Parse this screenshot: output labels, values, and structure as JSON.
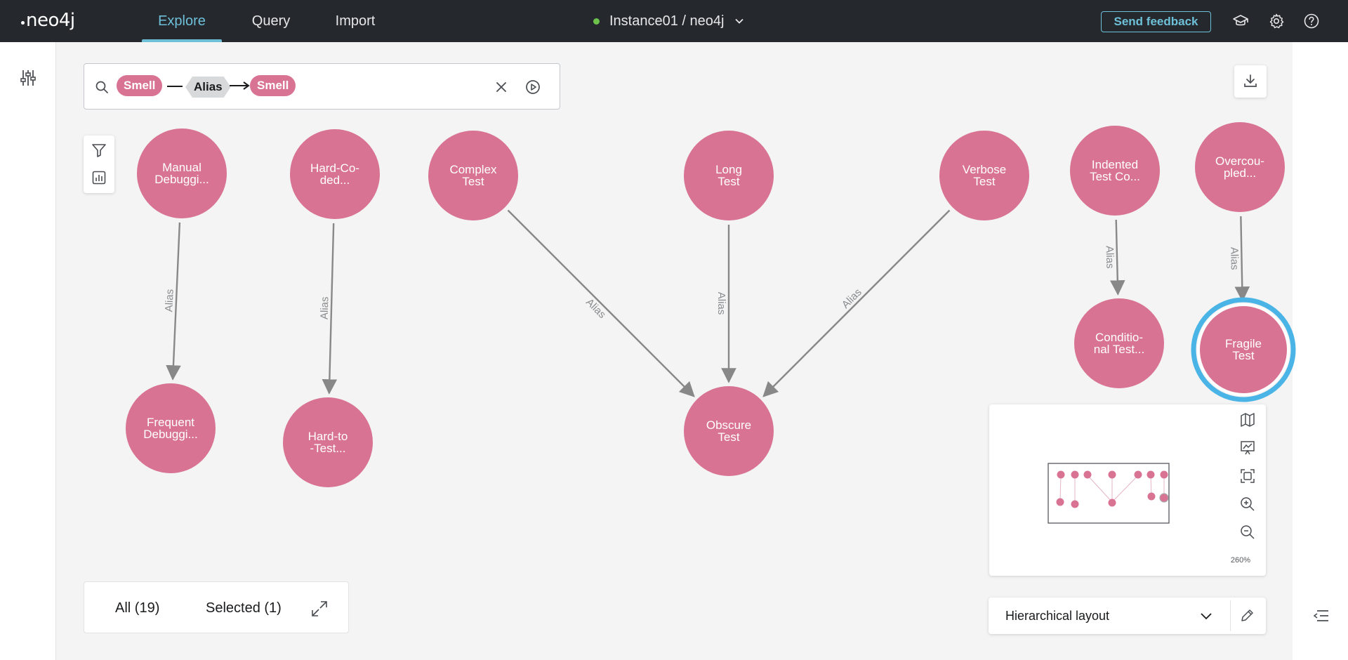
{
  "topbar": {
    "logo_text": "neo4j",
    "tabs": [
      {
        "label": "Explore",
        "active": true
      },
      {
        "label": "Query",
        "active": false
      },
      {
        "label": "Import",
        "active": false
      }
    ],
    "instance_label": "Instance01 / neo4j",
    "instance_status_color": "#6cc24a",
    "feedback_label": "Send feedback",
    "icons": [
      "graduation-cap-icon",
      "gear-icon",
      "help-icon"
    ]
  },
  "search": {
    "start_node_label": "Smell",
    "relationship_label": "Alias",
    "end_node_label": "Smell"
  },
  "graph": {
    "node_color": "#d97394",
    "selected_ring_color": "#4bb4e6",
    "edge_color": "#888888",
    "nodes": [
      {
        "id": "manual",
        "lines": [
          "Manual",
          "Debuggi..."
        ],
        "selected": false
      },
      {
        "id": "hardcoded",
        "lines": [
          "Hard-Co-",
          "ded..."
        ],
        "selected": false
      },
      {
        "id": "complex",
        "lines": [
          "Complex",
          "Test"
        ],
        "selected": false
      },
      {
        "id": "long",
        "lines": [
          "Long",
          "Test"
        ],
        "selected": false
      },
      {
        "id": "verbose",
        "lines": [
          "Verbose",
          "Test"
        ],
        "selected": false
      },
      {
        "id": "indented",
        "lines": [
          "Indented",
          "Test Co..."
        ],
        "selected": false
      },
      {
        "id": "overcoupled",
        "lines": [
          "Overcou-",
          "pled..."
        ],
        "selected": false
      },
      {
        "id": "frequent",
        "lines": [
          "Frequent",
          "Debuggi..."
        ],
        "selected": false
      },
      {
        "id": "hardtotest",
        "lines": [
          "Hard-to",
          "-Test..."
        ],
        "selected": false
      },
      {
        "id": "obscure",
        "lines": [
          "Obscure",
          "Test"
        ],
        "selected": false
      },
      {
        "id": "conditional",
        "lines": [
          "Conditio-",
          "nal Test..."
        ],
        "selected": false
      },
      {
        "id": "fragile",
        "lines": [
          "Fragile",
          "Test"
        ],
        "selected": true
      }
    ],
    "edges": [
      {
        "from": "manual",
        "to": "frequent",
        "label": "Alias"
      },
      {
        "from": "hardcoded",
        "to": "hardtotest",
        "label": "Alias"
      },
      {
        "from": "complex",
        "to": "obscure",
        "label": "Alias"
      },
      {
        "from": "long",
        "to": "obscure",
        "label": "Alias"
      },
      {
        "from": "verbose",
        "to": "obscure",
        "label": "Alias"
      },
      {
        "from": "indented",
        "to": "conditional",
        "label": "Alias"
      },
      {
        "from": "overcoupled",
        "to": "fragile",
        "label": "Alias"
      }
    ]
  },
  "minimap": {
    "zoom_label": "260%",
    "tools": [
      "map-icon",
      "presentation-icon",
      "fit-screen-icon",
      "zoom-in-icon",
      "zoom-out-icon"
    ]
  },
  "layout": {
    "selected": "Hierarchical layout"
  },
  "results": {
    "all_label": "All (19)",
    "selected_label": "Selected (1)"
  }
}
